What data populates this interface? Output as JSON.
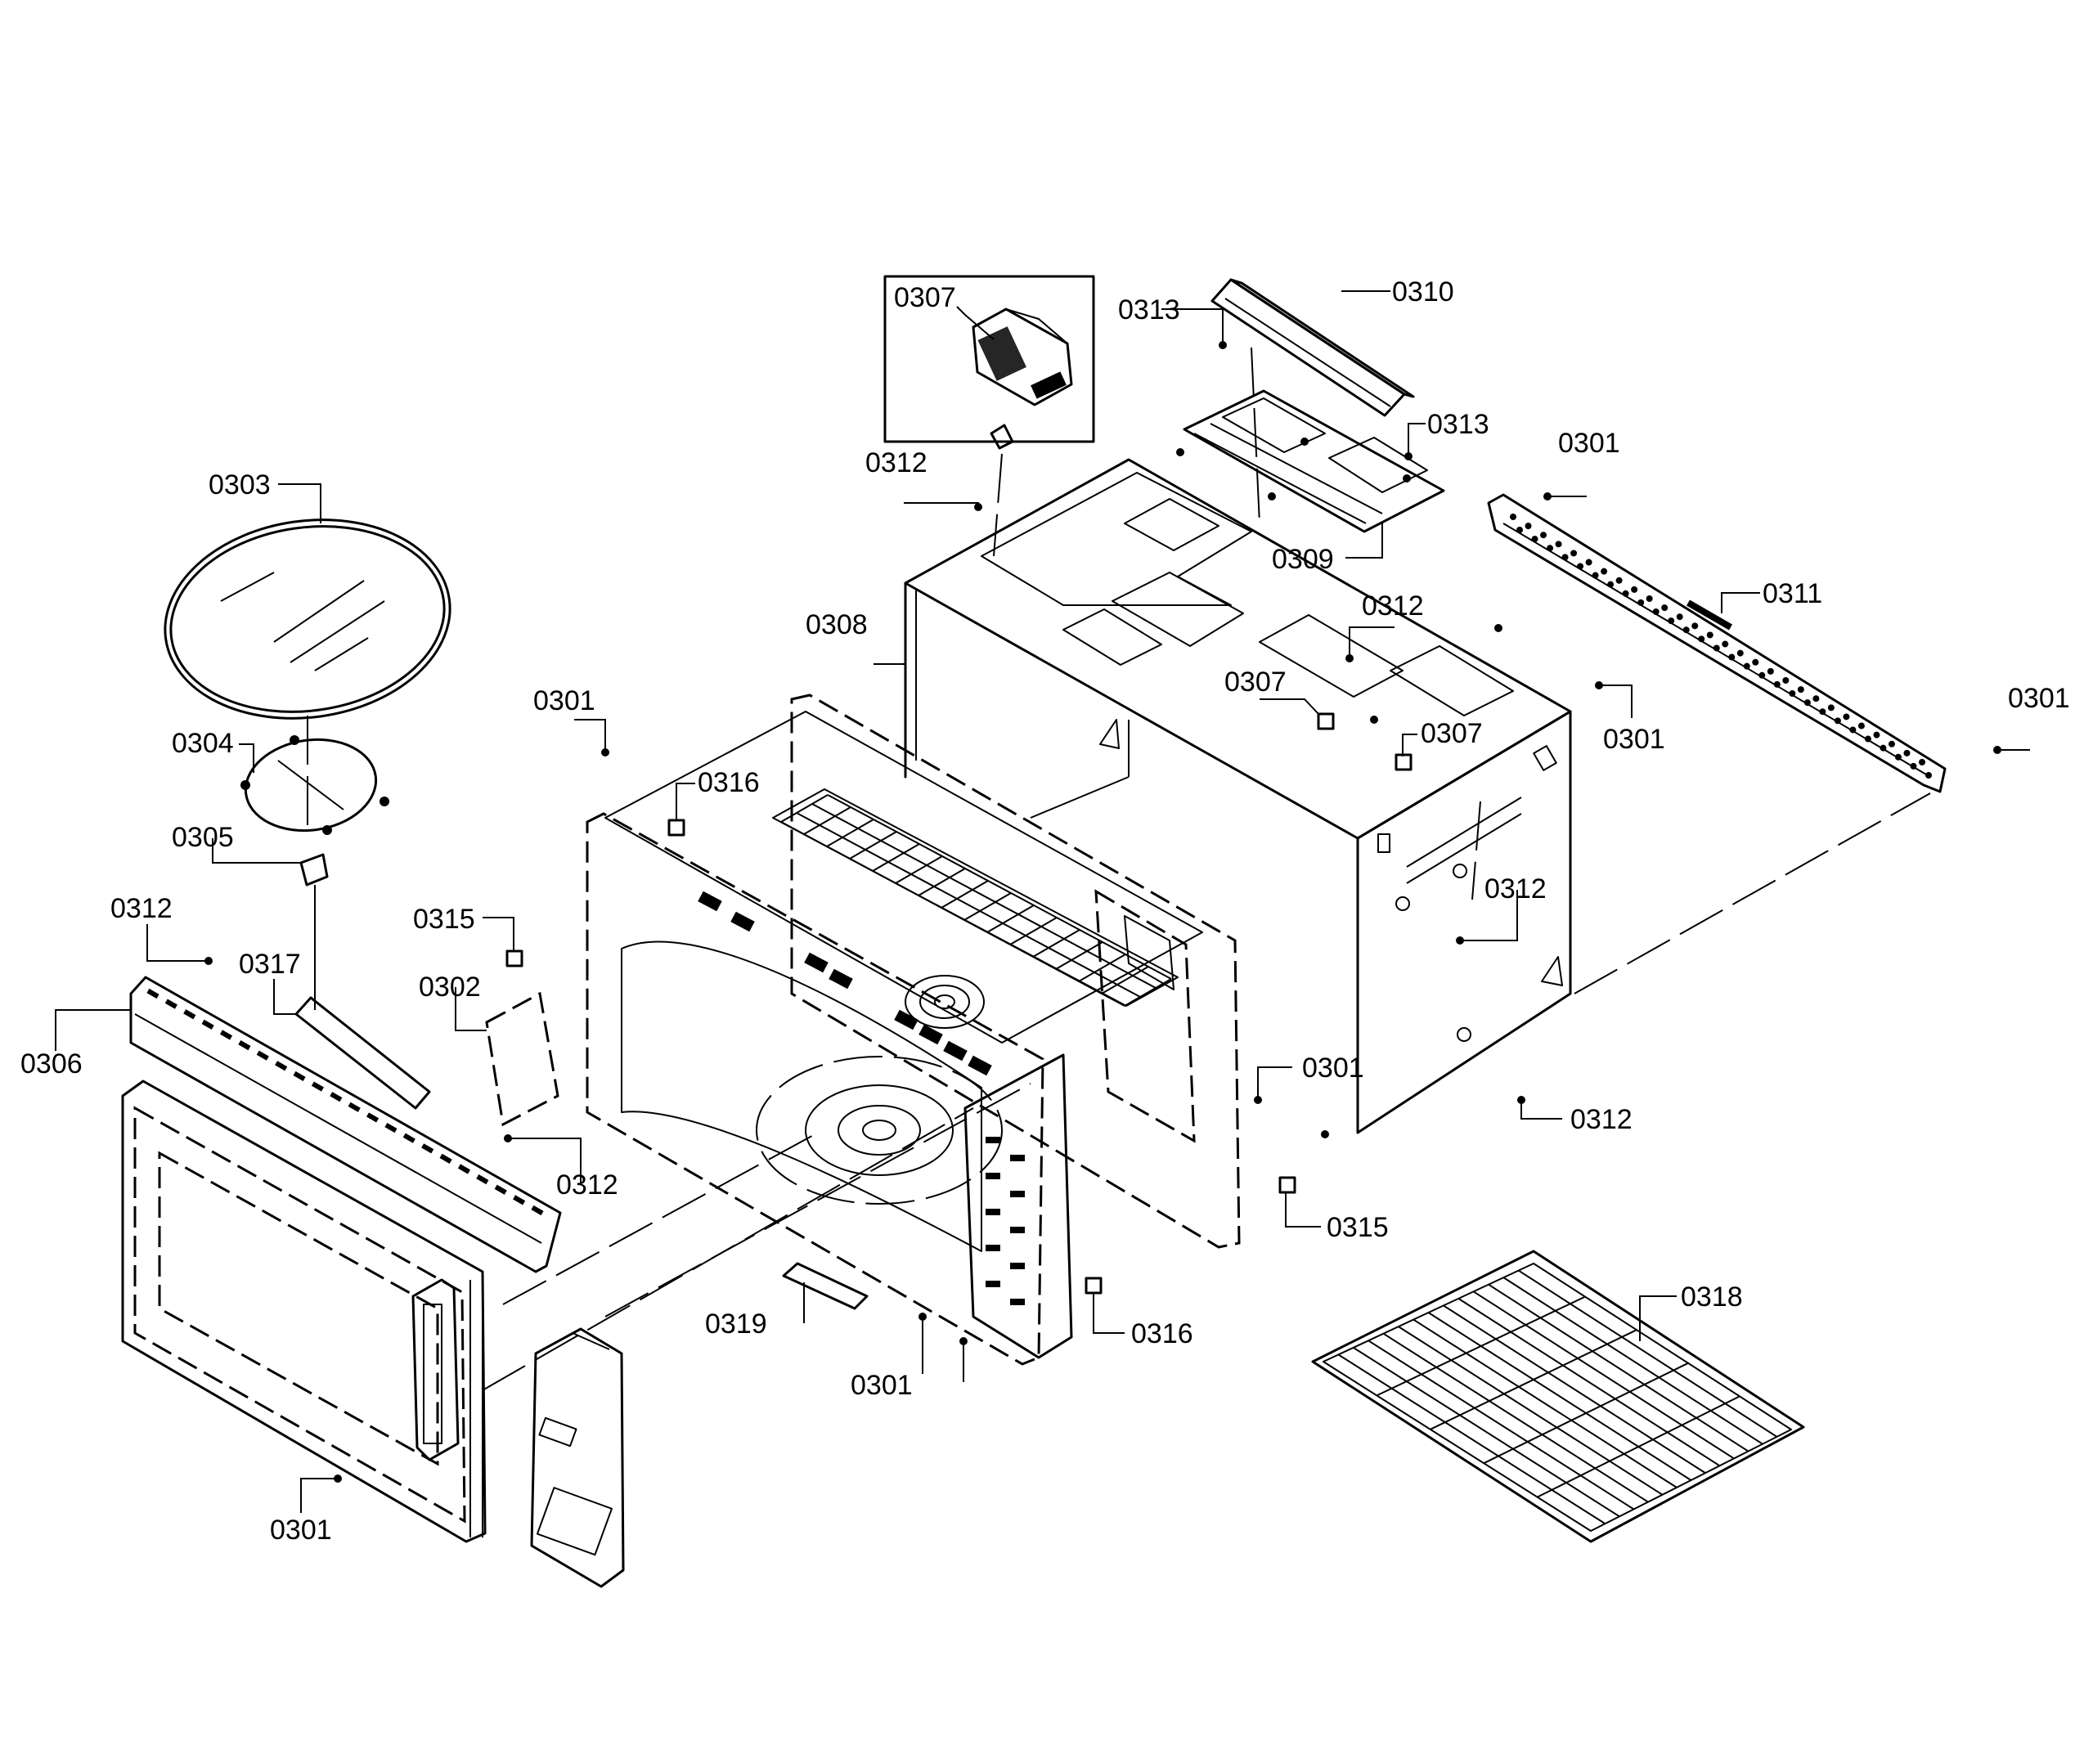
{
  "diagram": {
    "labels": [
      {
        "id": "p0307_top",
        "text": "0307"
      },
      {
        "id": "p0313_a",
        "text": "0313"
      },
      {
        "id": "p0310",
        "text": "0310"
      },
      {
        "id": "p0313_b",
        "text": "0313"
      },
      {
        "id": "p0312_top",
        "text": "0312"
      },
      {
        "id": "p0309",
        "text": "0309"
      },
      {
        "id": "p0301_rail",
        "text": "0301"
      },
      {
        "id": "p0311",
        "text": "0311"
      },
      {
        "id": "p0303",
        "text": "0303"
      },
      {
        "id": "p0308",
        "text": "0308"
      },
      {
        "id": "p0312_mid",
        "text": "0312"
      },
      {
        "id": "p0307_mid",
        "text": "0307"
      },
      {
        "id": "p0307_right",
        "text": "0307"
      },
      {
        "id": "p0301_cab",
        "text": "0301"
      },
      {
        "id": "p0301_far",
        "text": "0301"
      },
      {
        "id": "p0301_cav",
        "text": "0301"
      },
      {
        "id": "p0304",
        "text": "0304"
      },
      {
        "id": "p0316_top",
        "text": "0316"
      },
      {
        "id": "p0305",
        "text": "0305"
      },
      {
        "id": "p0312_side",
        "text": "0312"
      },
      {
        "id": "p0312_left",
        "text": "0312"
      },
      {
        "id": "p0315_left",
        "text": "0315"
      },
      {
        "id": "p0317",
        "text": "0317"
      },
      {
        "id": "p0302",
        "text": "0302"
      },
      {
        "id": "p0306",
        "text": "0306"
      },
      {
        "id": "p0301_front",
        "text": "0301"
      },
      {
        "id": "p0312_low",
        "text": "0312"
      },
      {
        "id": "p0312_front",
        "text": "0312"
      },
      {
        "id": "p0315_right",
        "text": "0315"
      },
      {
        "id": "p0318",
        "text": "0318"
      },
      {
        "id": "p0319",
        "text": "0319"
      },
      {
        "id": "p0316_low",
        "text": "0316"
      },
      {
        "id": "p0301_bot",
        "text": "0301"
      },
      {
        "id": "p0301_door",
        "text": "0301"
      }
    ]
  }
}
